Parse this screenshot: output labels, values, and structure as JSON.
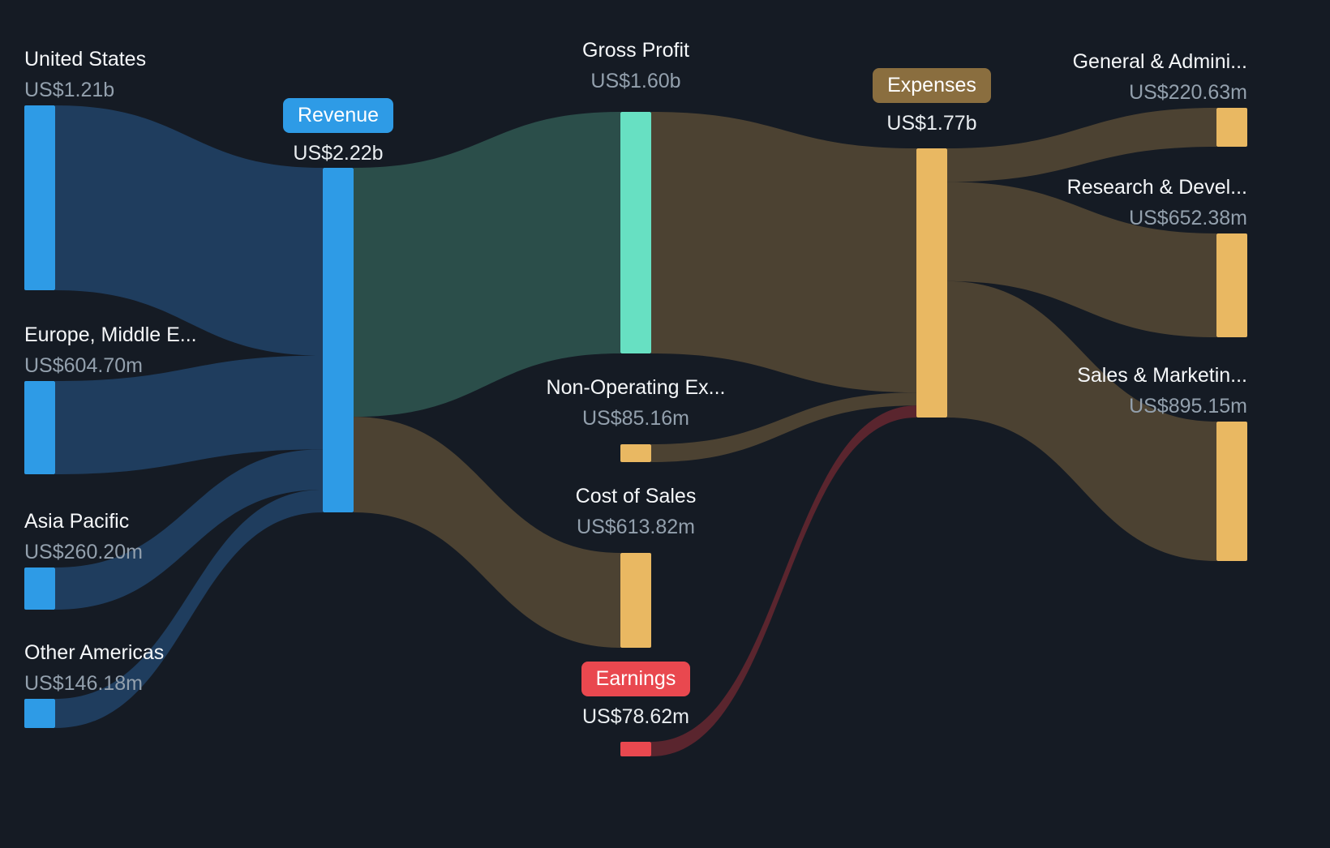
{
  "chart_data": {
    "type": "sankey",
    "description": "Revenue and expenses breakdown flow diagram",
    "currency": "US$",
    "colors": {
      "background": "#151B24",
      "node_blue": "#2E9BE6",
      "node_teal": "#67E0C2",
      "node_orange": "#E9B862",
      "node_red": "#E9484F",
      "badge_expenses": "#8A6E3F",
      "flow_blue": "#1F3D5E",
      "flow_teal": "#2B4E4A",
      "flow_brown": "#4C4232",
      "flow_red": "#5A252E",
      "label_text": "#F5F7F9",
      "value_text": "#93A0AD"
    },
    "nodes": [
      {
        "id": "united-states",
        "label": "United States",
        "value": "US$1.21b",
        "value_m": 1210,
        "color": "#2E9BE6"
      },
      {
        "id": "europe",
        "label": "Europe, Middle E...",
        "value": "US$604.70m",
        "value_m": 604.7,
        "color": "#2E9BE6"
      },
      {
        "id": "asia-pacific",
        "label": "Asia Pacific",
        "value": "US$260.20m",
        "value_m": 260.2,
        "color": "#2E9BE6"
      },
      {
        "id": "other-americas",
        "label": "Other Americas",
        "value": "US$146.18m",
        "value_m": 146.18,
        "color": "#2E9BE6"
      },
      {
        "id": "revenue",
        "label": "Revenue",
        "value": "US$2.22b",
        "value_m": 2220,
        "color": "#2E9BE6",
        "badge": true
      },
      {
        "id": "gross-profit",
        "label": "Gross Profit",
        "value": "US$1.60b",
        "value_m": 1600,
        "color": "#67E0C2"
      },
      {
        "id": "non-operating",
        "label": "Non-Operating Ex...",
        "value": "US$85.16m",
        "value_m": 85.16,
        "color": "#E9B862"
      },
      {
        "id": "cost-of-sales",
        "label": "Cost of Sales",
        "value": "US$613.82m",
        "value_m": 613.82,
        "color": "#E9B862"
      },
      {
        "id": "earnings",
        "label": "Earnings",
        "value": "US$78.62m",
        "value_m": 78.62,
        "color": "#E9484F",
        "badge": true
      },
      {
        "id": "expenses",
        "label": "Expenses",
        "value": "US$1.77b",
        "value_m": 1770,
        "color": "#E9B862",
        "badge": true
      },
      {
        "id": "general-admin",
        "label": "General & Admini...",
        "value": "US$220.63m",
        "value_m": 220.63,
        "color": "#E9B862"
      },
      {
        "id": "research-dev",
        "label": "Research & Devel...",
        "value": "US$652.38m",
        "value_m": 652.38,
        "color": "#E9B862"
      },
      {
        "id": "sales-marketing",
        "label": "Sales & Marketin...",
        "value": "US$895.15m",
        "value_m": 895.15,
        "color": "#E9B862"
      }
    ],
    "links": [
      {
        "source": "united-states",
        "target": "revenue",
        "value": 1210,
        "color": "#1F3D5E"
      },
      {
        "source": "europe",
        "target": "revenue",
        "value": 604.7,
        "color": "#1F3D5E"
      },
      {
        "source": "asia-pacific",
        "target": "revenue",
        "value": 260.2,
        "color": "#1F3D5E"
      },
      {
        "source": "other-americas",
        "target": "revenue",
        "value": 146.18,
        "color": "#1F3D5E"
      },
      {
        "source": "revenue",
        "target": "gross-profit",
        "value": 1600,
        "color": "#2B4E4A"
      },
      {
        "source": "revenue",
        "target": "cost-of-sales",
        "value": 613.82,
        "color": "#4C4232"
      },
      {
        "source": "gross-profit",
        "target": "expenses",
        "value": 1600,
        "color": "#4C4232"
      },
      {
        "source": "non-operating",
        "target": "expenses",
        "value": 85.16,
        "color": "#4C4232"
      },
      {
        "source": "expenses",
        "target": "general-admin",
        "value": 220.63,
        "color": "#4C4232"
      },
      {
        "source": "expenses",
        "target": "research-dev",
        "value": 652.38,
        "color": "#4C4232"
      },
      {
        "source": "expenses",
        "target": "sales-marketing",
        "value": 895.15,
        "color": "#4C4232"
      },
      {
        "source": "earnings",
        "target": "expenses",
        "value": 78.62,
        "color": "#5A252E"
      }
    ]
  }
}
